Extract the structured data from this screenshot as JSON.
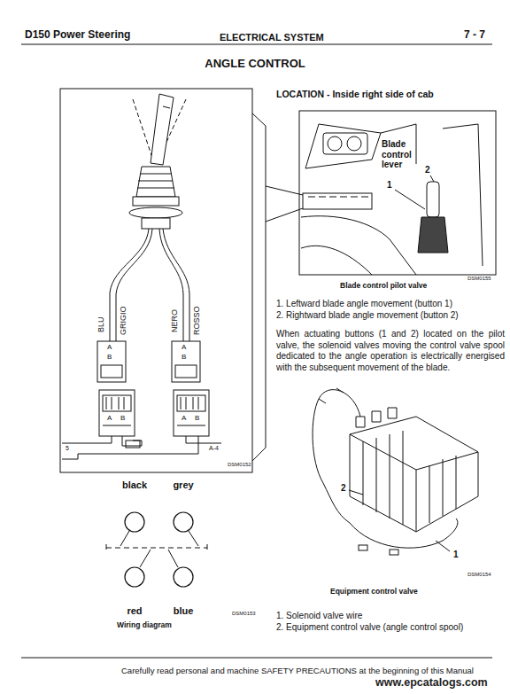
{
  "diagram": {
    "title": "ANGLE CONTROL",
    "nodes": [
      {
        "text": [
          "black"
        ]
      },
      {
        "text": [
          "grey"
        ]
      },
      {
        "text": [
          "red"
        ]
      },
      {
        "text": [
          "blue"
        ]
      }
    ],
    "labels": [
      "D150 Power Steering",
      "ELECTRICAL SYSTEM",
      "7 - 7",
      "LOCATION - Inside right side of cab",
      "Blade control lever",
      "1",
      "2",
      "Blade control pilot valve",
      "DSM0155",
      "1. Leftward blade angle movement (button 1)",
      "2. Rightward blade angle movement (button 2)",
      "When actuating buttons (1 and 2) located on the pilot valve, the solenoid valves moving the control valve spool dedicated to the angle operation is electrically energised with the subsequent movement of the blade.",
      "2",
      "1",
      "DSM0154",
      "Equipment control valve",
      "1. Solenoid valve wire",
      "2. Equipment control valve (angle control spool)",
      "BLU",
      "GRIGIO",
      "NERO",
      "ROSSO",
      "A",
      "B",
      "A",
      "B",
      "A",
      "B",
      "A",
      "B",
      "5",
      "A-4",
      "DSM0152",
      "DSM0153",
      "Wiring diagram",
      "Carefully read personal and machine SAFETY PRECAUTIONS at the beginning of this Manual",
      "www.epcatalogs.com"
    ]
  }
}
